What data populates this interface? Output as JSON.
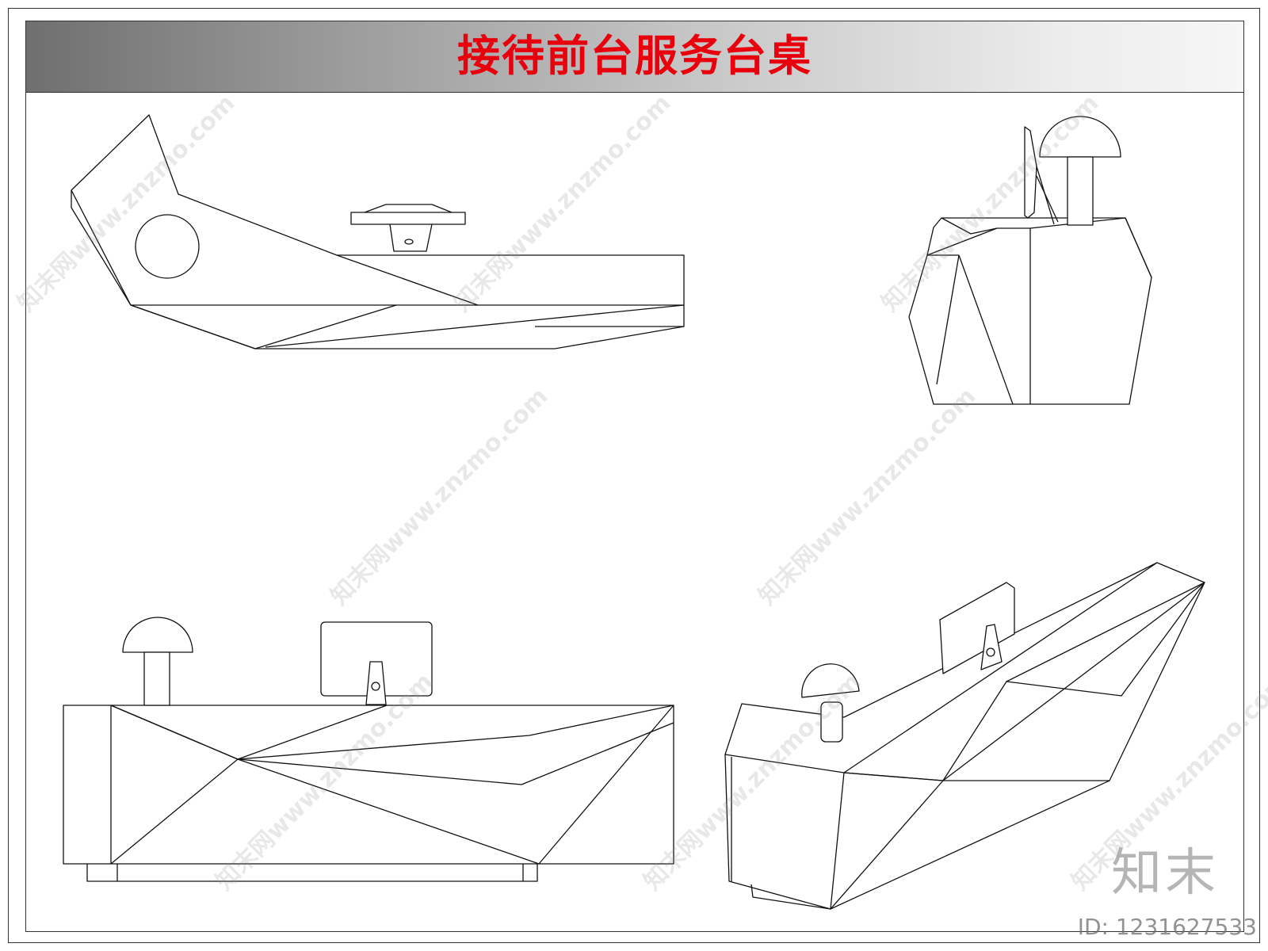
{
  "title": "接待前台服务台桌",
  "colors": {
    "title": "#e8000d",
    "line": "#111111",
    "banner_dark": "#6f6f6f",
    "banner_light": "#f6f6f6"
  },
  "views": [
    {
      "name": "top-view"
    },
    {
      "name": "side-view"
    },
    {
      "name": "front-view"
    },
    {
      "name": "perspective-view"
    }
  ],
  "watermark": {
    "text": "知末网www.znzmo.com"
  },
  "brand": {
    "logo_text": "知末",
    "id_text": "ID: 1231627533"
  }
}
